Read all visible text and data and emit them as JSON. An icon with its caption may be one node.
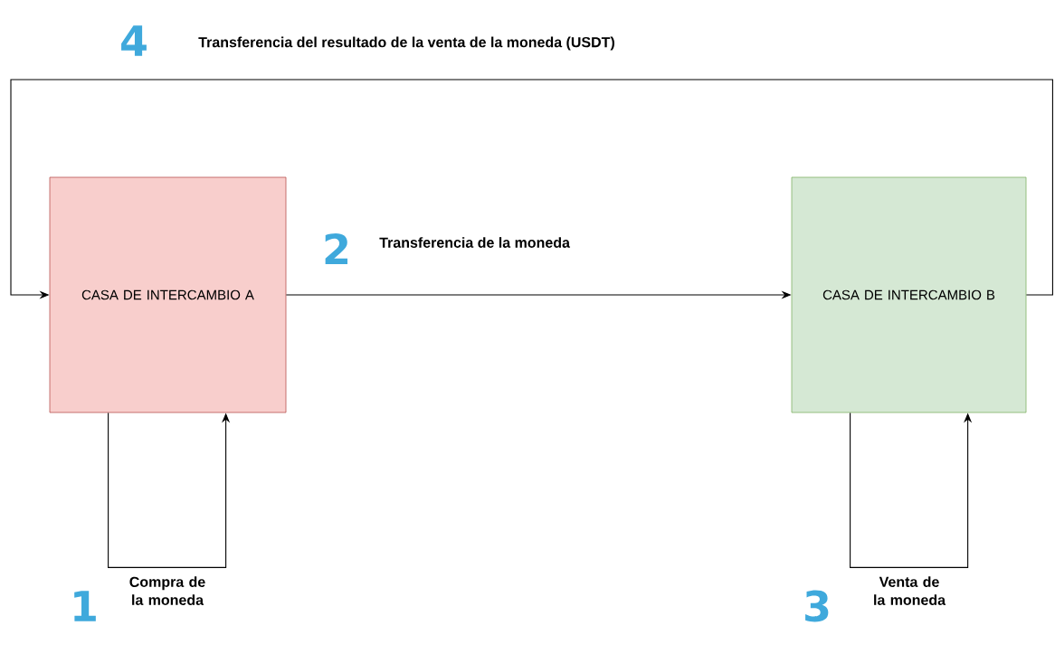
{
  "diagram": {
    "nodes": [
      {
        "text": [
          "CASA DE INTERCAMBIO A"
        ]
      },
      {
        "text": [
          "CASA DE INTERCAMBIO B"
        ]
      }
    ],
    "edges": [
      {
        "from": 0,
        "to": 0,
        "arrow": "to",
        "label": "Compra de la moneda"
      },
      {
        "from": 0,
        "to": 1,
        "arrow": "to",
        "label": "Transferencia de la moneda"
      },
      {
        "from": 1,
        "to": 1,
        "arrow": "to",
        "label": "Venta de la moneda"
      },
      {
        "from": 1,
        "to": 0,
        "arrow": "to",
        "label": "Transferencia del resultado de la venta de la moneda (USDT)"
      }
    ],
    "labels": [
      "4",
      "2",
      "1",
      "3"
    ]
  }
}
